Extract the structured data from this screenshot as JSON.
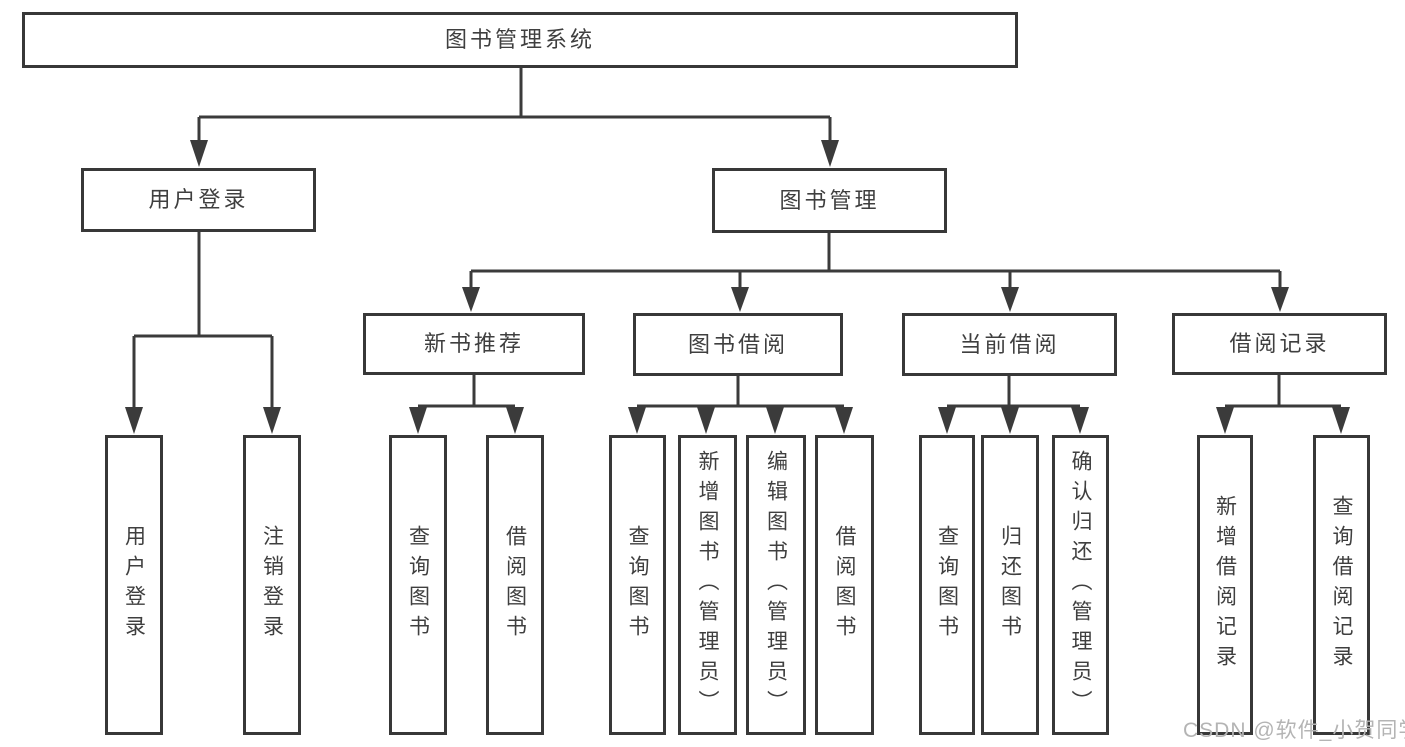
{
  "diagram": {
    "nodes": {
      "root": "图书管理系统",
      "user_login": "用户登录",
      "book_mgmt": "图书管理",
      "new_books": "新书推荐",
      "book_borrow": "图书借阅",
      "current_borrow": "当前借阅",
      "borrow_records": "借阅记录",
      "leaf_login": "用户登录",
      "leaf_logout": "注销登录",
      "leaf_nb_query": "查询图书",
      "leaf_nb_borrow": "借阅图书",
      "leaf_bb_query": "查询图书",
      "leaf_bb_add": "新增图书（管理员）",
      "leaf_bb_edit": "编辑图书（管理员）",
      "leaf_bb_borrow": "借阅图书",
      "leaf_cb_query": "查询图书",
      "leaf_cb_return": "归还图书",
      "leaf_cb_confirm": "确认归还（管理员）",
      "leaf_rec_add": "新增借阅记录",
      "leaf_rec_query": "查询借阅记录"
    },
    "watermark": "CSDN @软件_小贺同学",
    "colors": {
      "line": "#3b3b3b",
      "box_border": "#383838",
      "text": "#3f3f3f",
      "watermark": "#b4b4b4",
      "background": "#ffffff"
    }
  }
}
